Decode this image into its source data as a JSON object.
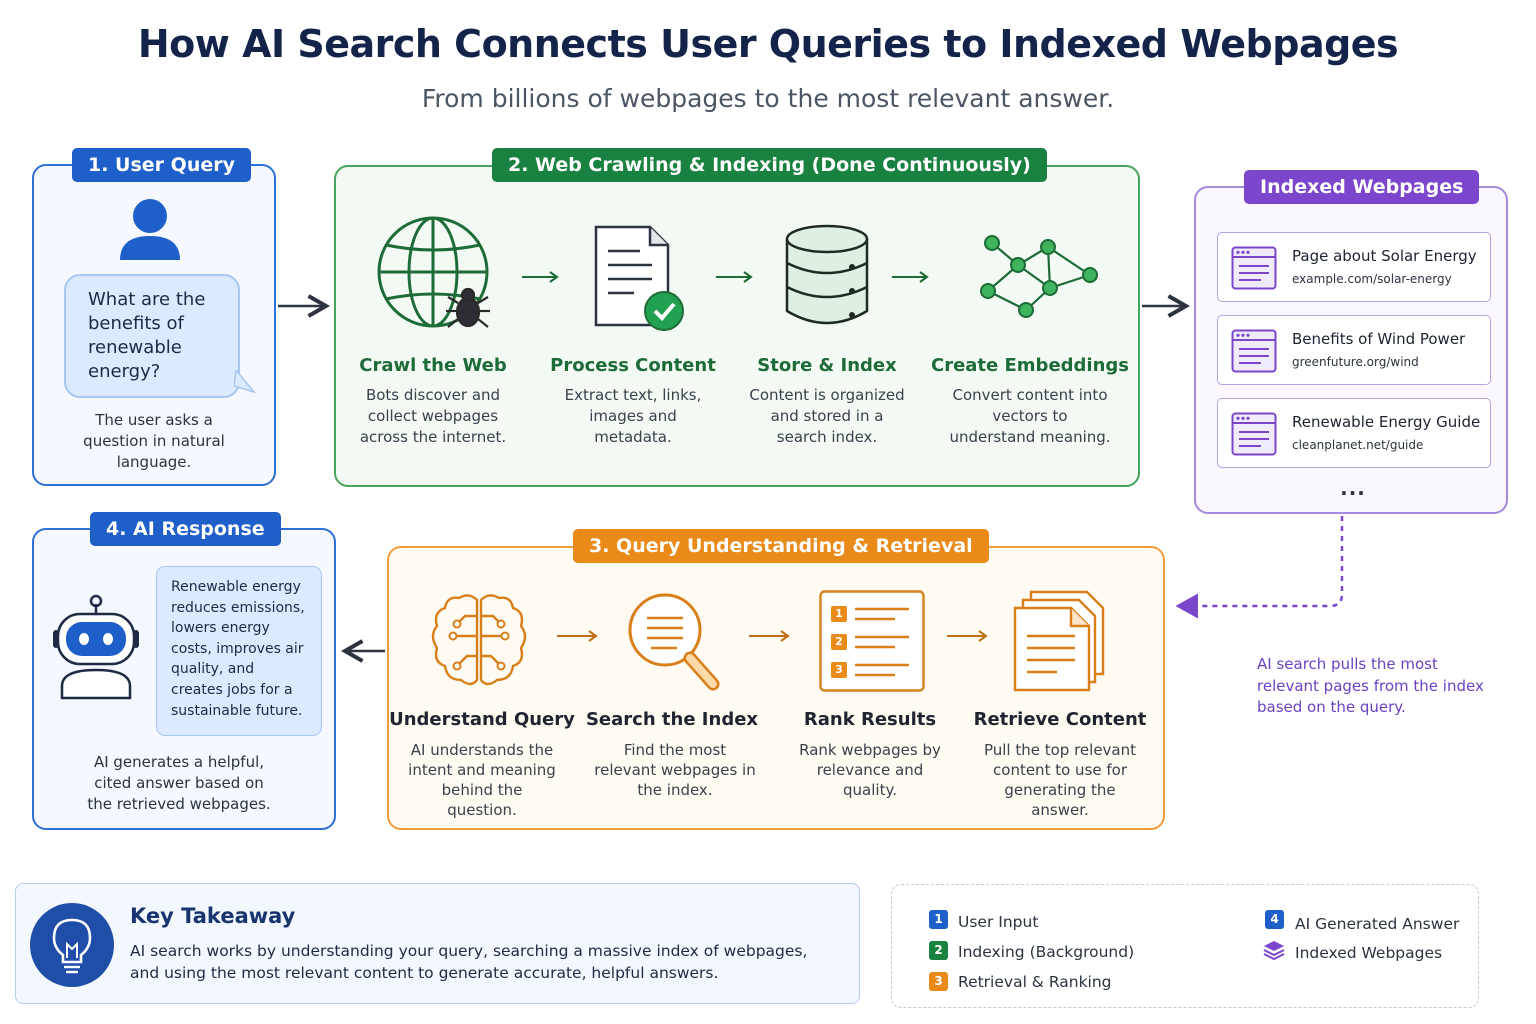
{
  "title": "How AI Search Connects User Queries to Indexed Webpages",
  "subtitle": "From billions of webpages to the most relevant answer.",
  "colors": {
    "blue": "#1f5fc9",
    "green": "#198240",
    "orange": "#ea8a19",
    "purple": "#7b45cc"
  },
  "user_query": {
    "tag": "1. User Query",
    "question": "What are the benefits of renewable energy?",
    "caption": "The user asks a question in natural language."
  },
  "crawling": {
    "tag": "2. Web Crawling & Indexing (Done Continuously)",
    "steps": [
      {
        "title": "Crawl the Web",
        "desc": "Bots discover and collect webpages across the internet.",
        "icon": "globe-spider-icon"
      },
      {
        "title": "Process Content",
        "desc": "Extract text, links, images and metadata.",
        "icon": "document-check-icon"
      },
      {
        "title": "Store & Index",
        "desc": "Content is organized and stored in a search index.",
        "icon": "database-icon"
      },
      {
        "title": "Create Embeddings",
        "desc": "Convert content into vectors to understand meaning.",
        "icon": "network-graph-icon"
      }
    ]
  },
  "indexed": {
    "tag": "Indexed Webpages",
    "pages": [
      {
        "title": "Page about Solar Energy",
        "url": "example.com/solar-energy"
      },
      {
        "title": "Benefits of Wind Power",
        "url": "greenfuture.org/wind"
      },
      {
        "title": "Renewable Energy Guide",
        "url": "cleanplanet.net/guide"
      }
    ],
    "more": "...",
    "note": "AI search pulls the most relevant pages from the index based on the query."
  },
  "retrieval": {
    "tag": "3. Query Understanding & Retrieval",
    "steps": [
      {
        "title": "Understand Query",
        "desc": "AI understands the intent and meaning behind the question.",
        "icon": "brain-circuit-icon"
      },
      {
        "title": "Search the Index",
        "desc": "Find the most relevant webpages in the index.",
        "icon": "magnifier-icon"
      },
      {
        "title": "Rank Results",
        "desc": "Rank webpages by relevance and quality.",
        "icon": "ranked-list-icon",
        "ranks": [
          "1",
          "2",
          "3"
        ]
      },
      {
        "title": "Retrieve Content",
        "desc": "Pull the top relevant content to use for generating the answer.",
        "icon": "documents-icon"
      }
    ]
  },
  "response": {
    "tag": "4. AI Response",
    "answer": "Renewable energy reduces emissions, lowers energy costs, improves air quality, and creates jobs for a sustainable future.",
    "caption": "AI generates a helpful, cited answer based on the retrieved webpages."
  },
  "takeaway": {
    "title": "Key Takeaway",
    "text": "AI search works by understanding your query, searching a massive index of webpages, and using the most relevant content to generate accurate, helpful answers."
  },
  "legend": [
    {
      "badge": "1",
      "label": "User Input",
      "color": "#1f5fc9"
    },
    {
      "badge": "2",
      "label": "Indexing (Background)",
      "color": "#198240"
    },
    {
      "badge": "3",
      "label": "Retrieval & Ranking",
      "color": "#ea8a19"
    },
    {
      "badge": "4",
      "label": "AI Generated Answer",
      "color": "#1f5fc9"
    },
    {
      "badge": "",
      "label": "Indexed Webpages",
      "color": "#7b45cc"
    }
  ]
}
